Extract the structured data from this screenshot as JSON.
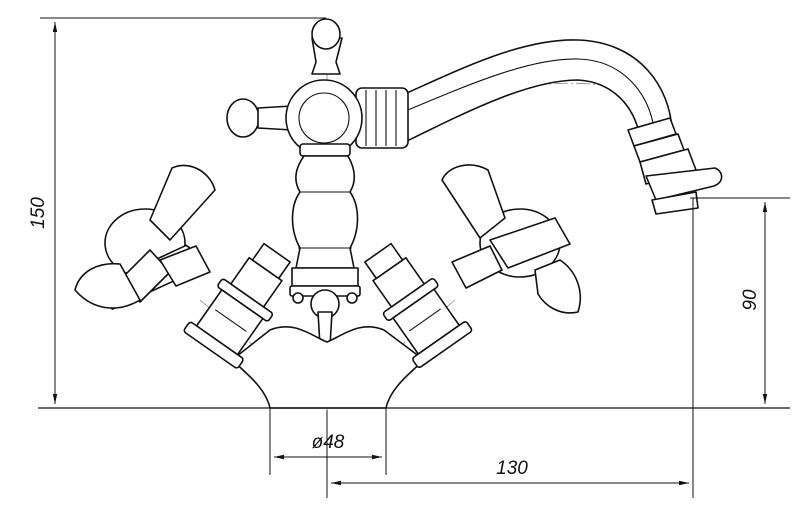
{
  "dimensions": {
    "height_total": "150",
    "spout_height": "90",
    "base_diameter": "ø48",
    "spout_reach": "130"
  }
}
